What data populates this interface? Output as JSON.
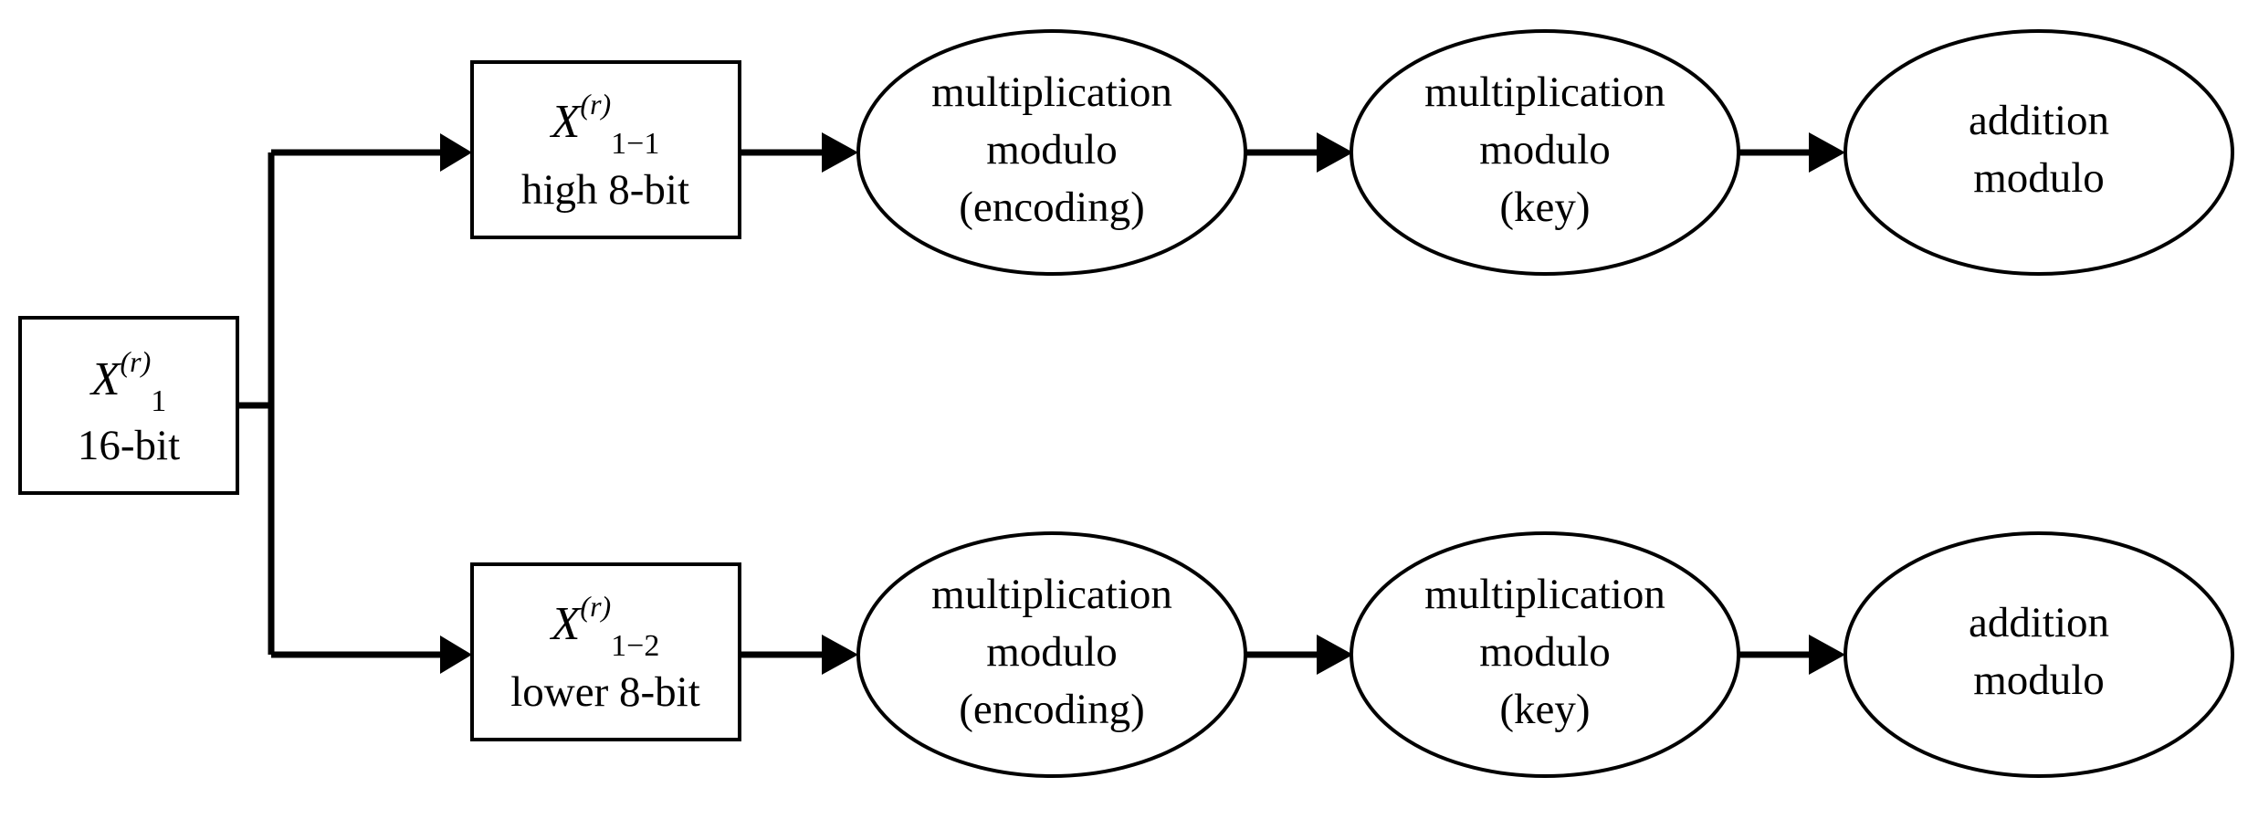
{
  "figure": {
    "type": "block-flow-diagram",
    "background_color": "#ffffff",
    "line_color": "#000000",
    "fill_color": "#ffffff"
  },
  "nodes": {
    "input_box": {
      "shape": "rectangle",
      "variable": "X",
      "subscript": "1",
      "superscript": "(r)",
      "caption": "16-bit"
    },
    "high_box": {
      "shape": "rectangle",
      "variable": "X",
      "subscript": "1−1",
      "superscript": "(r)",
      "caption": "high 8-bit"
    },
    "lower_box": {
      "shape": "rectangle",
      "variable": "X",
      "subscript": "1−2",
      "superscript": "(r)",
      "caption": "lower 8-bit"
    },
    "top_mul_encoding": {
      "shape": "ellipse",
      "line1": "multiplication",
      "line2": "modulo",
      "line3": "(encoding)"
    },
    "top_mul_key": {
      "shape": "ellipse",
      "line1": "multiplication",
      "line2": "modulo",
      "line3": "(key)"
    },
    "top_addition": {
      "shape": "ellipse",
      "line1": "addition",
      "line2": "modulo",
      "line3": ""
    },
    "bottom_mul_encoding": {
      "shape": "ellipse",
      "line1": "multiplication",
      "line2": "modulo",
      "line3": "(encoding)"
    },
    "bottom_mul_key": {
      "shape": "ellipse",
      "line1": "multiplication",
      "line2": "modulo",
      "line3": "(key)"
    },
    "bottom_addition": {
      "shape": "ellipse",
      "line1": "addition",
      "line2": "modulo",
      "line3": ""
    }
  },
  "edges": [
    {
      "from": "input_box",
      "to": "high_box",
      "style": "elbow-split-arrow"
    },
    {
      "from": "input_box",
      "to": "lower_box",
      "style": "elbow-split-arrow"
    },
    {
      "from": "high_box",
      "to": "top_mul_encoding",
      "style": "straight-arrow"
    },
    {
      "from": "top_mul_encoding",
      "to": "top_mul_key",
      "style": "straight-arrow"
    },
    {
      "from": "top_mul_key",
      "to": "top_addition",
      "style": "straight-arrow"
    },
    {
      "from": "lower_box",
      "to": "bottom_mul_encoding",
      "style": "straight-arrow"
    },
    {
      "from": "bottom_mul_encoding",
      "to": "bottom_mul_key",
      "style": "straight-arrow"
    },
    {
      "from": "bottom_mul_key",
      "to": "bottom_addition",
      "style": "straight-arrow"
    }
  ]
}
